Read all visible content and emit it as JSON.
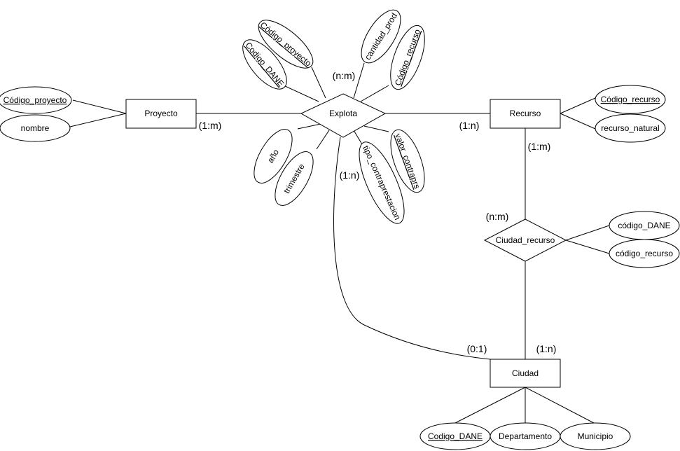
{
  "entities": {
    "proyecto": "Proyecto",
    "recurso": "Recurso",
    "ciudad": "Ciudad"
  },
  "relationships": {
    "explota": "Explota",
    "ciudad_recurso": "Ciudad_recurso"
  },
  "attributes": {
    "proyecto_codigo": "Código_proyecto",
    "proyecto_nombre": "nombre",
    "recurso_codigo": "Código_recurso",
    "recurso_natural": "recurso_natural",
    "ciudad_codigo": "Codigo_DANE",
    "ciudad_departamento": "Departamento",
    "ciudad_municipio": "Municipio",
    "cr_codigo_dane": "código_DANE",
    "cr_codigo_recurso": "código_recurso",
    "explota_codigo_dane": "Codigo_DANE",
    "explota_codigo_proyecto": "Código_proyecto",
    "explota_cantidad_prod": "cantidad_prod",
    "explota_codigo_recurso": "Código_recurso",
    "explota_anio": "año",
    "explota_trimestre": "trimestre",
    "explota_tipo_contraprestacion": "tipo_contraprestacion",
    "explota_valor_contraprs": "valor_contraprs"
  },
  "cardinalities": {
    "explota_top": "(n:m)",
    "proyecto_explota": "(1:m)",
    "explota_recurso": "(1:n)",
    "recurso_cr": "(1:m)",
    "cr_recurso": "(n:m)",
    "explota_ciudad": "(1:n)",
    "ciudad_explota": "(0:1)",
    "ciudad_cr": "(1:n)"
  },
  "colors": {
    "stroke": "#000000",
    "fill": "#ffffff",
    "text": "#000000"
  }
}
